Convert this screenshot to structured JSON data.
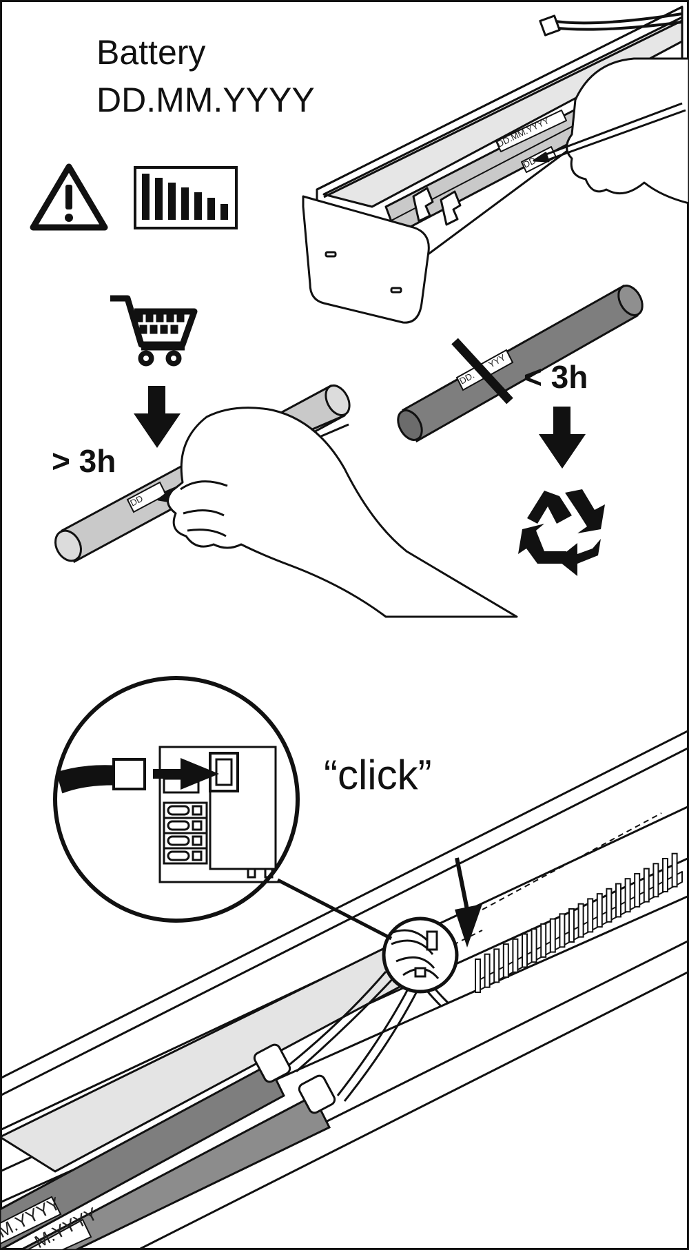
{
  "header": {
    "title": "Battery",
    "date_format": "DD.MM.YYYY"
  },
  "top_panel": {
    "label_full": "DD.MM.YYYY",
    "label_short": "DD"
  },
  "middle_panel": {
    "left_duration": "> 3h",
    "right_duration": "< 3h",
    "pen_label": "DD",
    "old_battery_label_left": "DD.",
    "old_battery_label_right": "YYY"
  },
  "bottom_panel": {
    "click_text": "“click”",
    "battery_label_1": "M.YYYY",
    "battery_label_2": "M.YYYY"
  },
  "colors": {
    "line": "#111111",
    "battery_light": "#c9c9c9",
    "battery_dark": "#7e7e7e",
    "housing": "#ffffff"
  },
  "icons": [
    "warning-icon",
    "battery-level-icon",
    "shopping-cart-icon",
    "arrow-down-icon",
    "recycle-icon",
    "cross-out-icon",
    "arrow-right-icon"
  ]
}
